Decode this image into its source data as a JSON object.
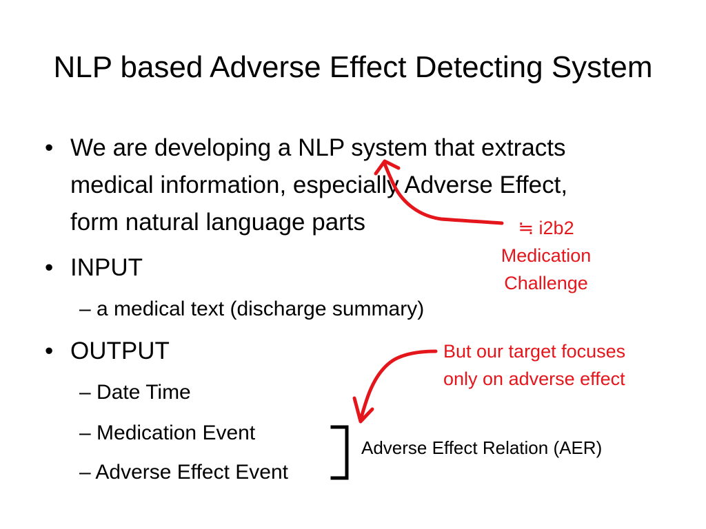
{
  "slide": {
    "title": "NLP based Adverse Effect Detecting System",
    "bullets": [
      {
        "marker": "•",
        "lines": [
          "We are developing a NLP system that extracts",
          "medical information, especially Adverse Effect,",
          "form natural language parts"
        ]
      },
      {
        "marker": "•",
        "lines": [
          "INPUT"
        ],
        "sub": [
          {
            "marker": "–",
            "text": "a medical text (discharge summary)"
          }
        ]
      },
      {
        "marker": "•",
        "lines": [
          "OUTPUT"
        ],
        "sub": [
          {
            "marker": "–",
            "text": "Date Time"
          },
          {
            "marker": "–",
            "text": "Medication Event"
          },
          {
            "marker": "–",
            "text": "Adverse Effect Event"
          }
        ]
      }
    ]
  },
  "annotations": {
    "i2b2_note": [
      "≒ i2b2",
      "Medication",
      "Challenge"
    ],
    "focus_note": [
      "But our target focuses",
      "only on adverse effect"
    ],
    "aer_label": "Adverse Effect Relation (AER)"
  },
  "colors": {
    "annotation": "#e4161c",
    "text": "#000000"
  }
}
